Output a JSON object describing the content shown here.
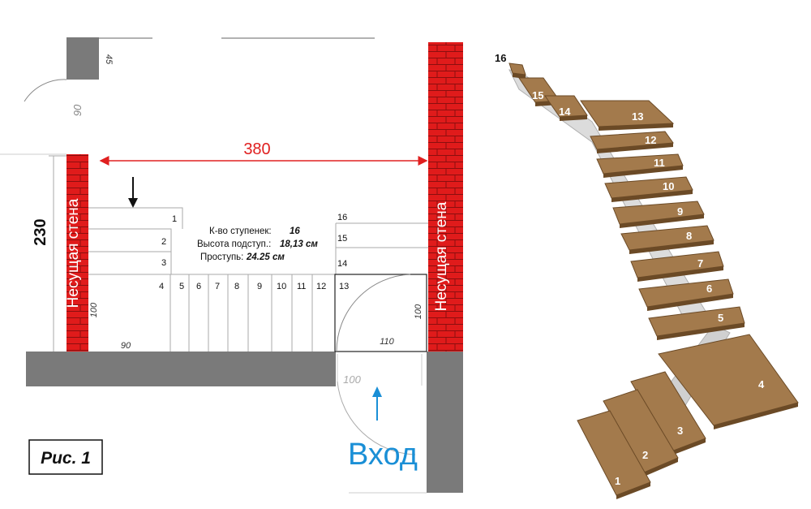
{
  "plan": {
    "dimensions": {
      "width_top": "380",
      "height_left": "230",
      "door_left": "90",
      "wall_stub": "45",
      "corner_left": "100",
      "bottom_left": "90",
      "corner_right": "100",
      "landing_width": "110",
      "entry_door": "100"
    },
    "wall_label": "Несущая стена",
    "info": {
      "steps_label": "К-во ступенек:",
      "steps_value": "16",
      "riser_label": "Высота подступ.:",
      "riser_value": "18,13 см",
      "tread_label": "Проступь:",
      "tread_value": "24.25 см"
    },
    "step_numbers": [
      "1",
      "2",
      "3",
      "4",
      "5",
      "6",
      "7",
      "8",
      "9",
      "10",
      "11",
      "12",
      "13",
      "14",
      "15",
      "16"
    ],
    "entrance_label": "Вход",
    "figure_label": "Рис. 1"
  },
  "model": {
    "step_labels": [
      "1",
      "2",
      "3",
      "4",
      "5",
      "6",
      "7",
      "8",
      "9",
      "10",
      "11",
      "12",
      "13",
      "14",
      "15",
      "16"
    ]
  },
  "colors": {
    "wall_red": "#e01b1b",
    "concrete": "#7a7a7a",
    "dimension_red": "#e02020",
    "entrance_blue": "#1a8fd6",
    "wood": "#a37a4c",
    "wood_edge": "#6b4a26",
    "stringer": "#d8d8d8"
  }
}
